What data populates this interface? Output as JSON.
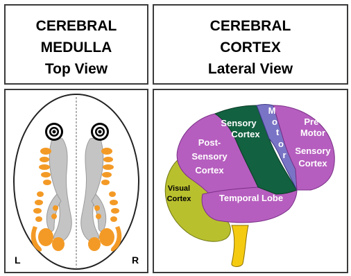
{
  "medulla_panel": {
    "title_lines": [
      "CEREBRAL",
      "MEDULLA",
      "Top View"
    ],
    "left_label": "L",
    "right_label": "R"
  },
  "cortex_panel": {
    "title_lines": [
      "CEREBRAL",
      "CORTEX",
      "Lateral View"
    ],
    "regions": {
      "sensory": [
        "Sensory",
        "Cortex"
      ],
      "motor": [
        "M",
        "o",
        "t",
        "o",
        "r"
      ],
      "premotor": [
        "Pre-",
        "Motor",
        "Sensory",
        "Cortex"
      ],
      "post_sensory": [
        "Post-",
        "Sensory",
        "Cortex"
      ],
      "visual": [
        "Visual",
        "Cortex"
      ],
      "temporal": "Temporal Lobe"
    }
  },
  "colors": {
    "orange": "#f39a26",
    "purple": "#b65ebf",
    "dark_green": "#126140",
    "motor_blue": "#7a74c6",
    "olive": "#b9c02e",
    "yellow": "#f5cb12",
    "gray": "#c4c4c4",
    "border": "#3a3a3a"
  },
  "icons": [
    "target-ring-icon-left",
    "target-ring-icon-right"
  ]
}
